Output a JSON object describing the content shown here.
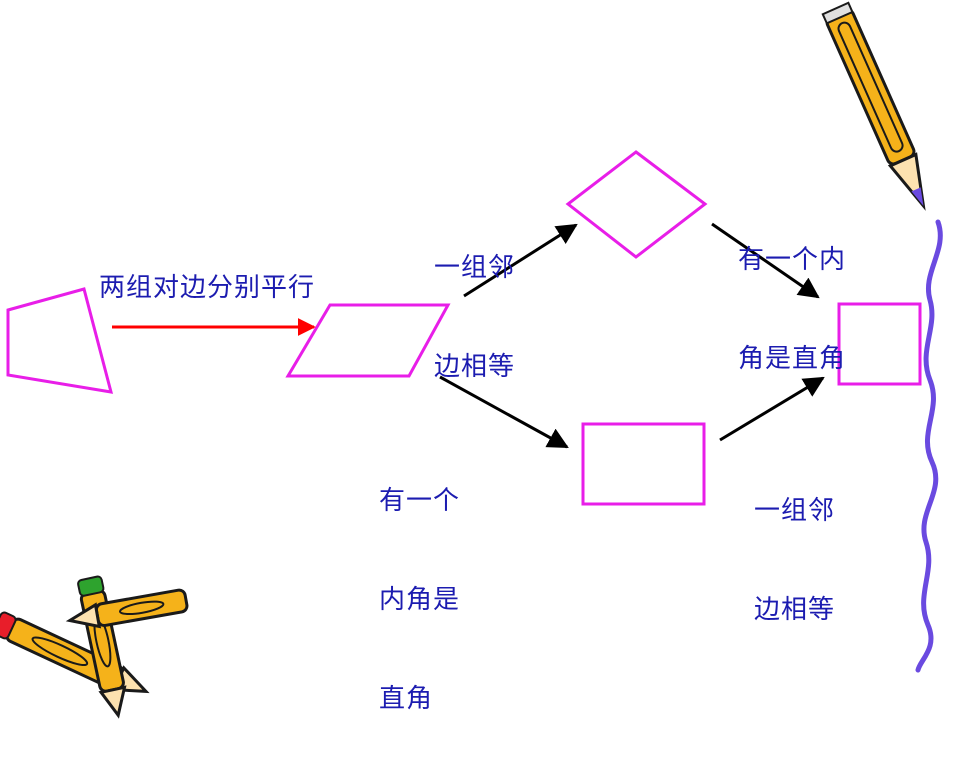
{
  "labels": {
    "parallel_sides": "两组对边分别平行",
    "top_condition": [
      "一组邻",
      "边相等"
    ],
    "bottom_condition": [
      "有一个",
      "内角是",
      "直角"
    ],
    "top_right_condition": [
      "有一个内",
      "角是直角"
    ],
    "bottom_right_condition": [
      "一组邻",
      "边相等"
    ]
  },
  "colors": {
    "shape_stroke": "#e81ee8",
    "label_text": "#1c1cb0",
    "main_arrow": "#ff0000",
    "arrows": "#000000",
    "wavy_line": "#6a4ae0"
  },
  "decorations": [
    "pencil-icon",
    "pencils-group-icon",
    "wavy-line"
  ]
}
